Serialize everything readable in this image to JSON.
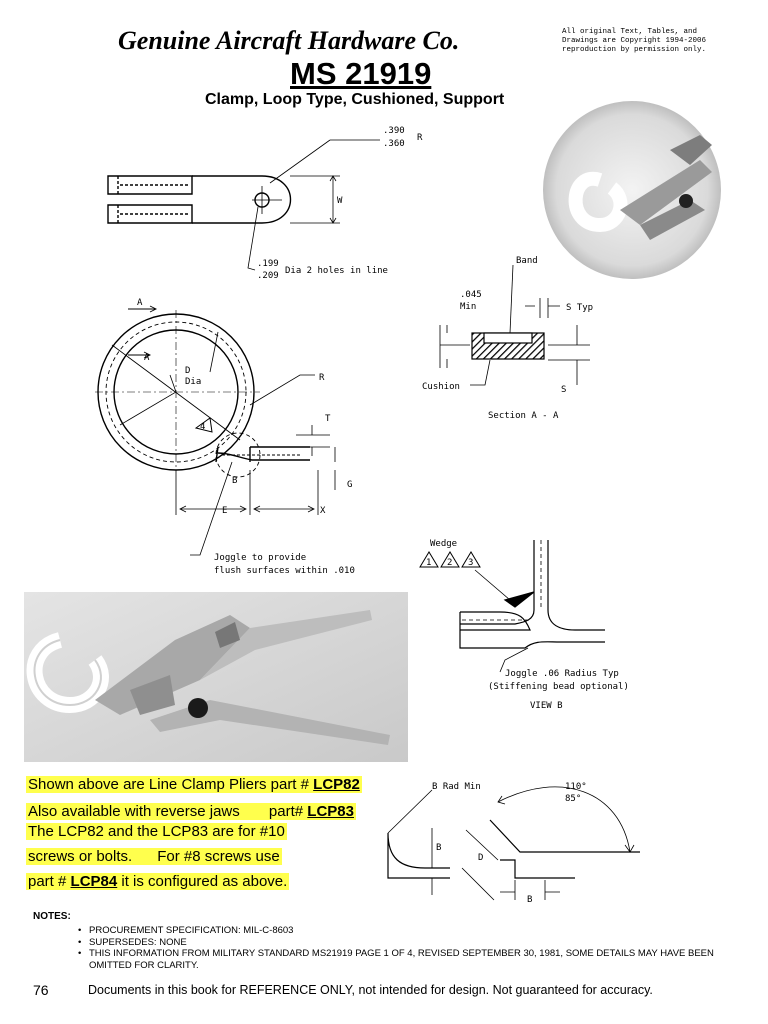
{
  "header": {
    "company": "Genuine Aircraft Hardware Co.",
    "copyright": "All original Text, Tables, and Drawings are Copyright 1994-2006 reproduction by permission only.",
    "part_number": "MS 21919",
    "subtitle": "Clamp, Loop Type, Cushioned, Support"
  },
  "drawing_labels": {
    "radius_top": ".390",
    "radius_bottom": ".360",
    "radius_suffix": "R",
    "width": "W",
    "hole_top": ".199",
    "hole_bottom": ".209",
    "hole_note": "Dia 2 holes in line",
    "section_a": "A",
    "diameter": "D",
    "diameter_note": "Dia",
    "detail_4": "4",
    "r": "R",
    "t": "T",
    "b": "B",
    "g": "G",
    "e": "E",
    "x": "X",
    "joggle_line1": "Joggle to provide",
    "joggle_line2": "flush surfaces within .010",
    "band": "Band",
    "min_top": ".045",
    "min_label": "Min",
    "s_typ": "S Typ",
    "cushion": "Cushion",
    "s": "S",
    "section_aa": "Section A - A",
    "wedge": "Wedge",
    "wedge_1": "1",
    "wedge_2": "2",
    "wedge_3": "3",
    "joggle_radius": "Joggle .06 Radius Typ",
    "stiffening": "(Stiffening bead optional)",
    "view_b": "VIEW B",
    "b_rad_min": "B Rad Min",
    "angle_top": "110°",
    "angle_bottom": "85°",
    "b_right": "B",
    "d_left": "D",
    "b_bottom": "B"
  },
  "highlight": {
    "line1_text": "Shown above are Line Clamp Pliers part # ",
    "line1_part": "LCP82",
    "line2_text": "Also available with reverse jaws       part# ",
    "line2_part": "LCP83",
    "line3_text": "The LCP82 and the LCP83 are for #10",
    "line4_text": "screws or bolts.      For #8 screws use",
    "line5_text_a": "part # ",
    "line5_part": "LCP84",
    "line5_text_b": " it is configured as above."
  },
  "notes": {
    "title": "NOTES:",
    "items": [
      "PROCUREMENT SPECIFICATION:  MIL-C-8603",
      "SUPERSEDES:  NONE",
      "THIS INFORMATION FROM MILITARY STANDARD MS21919 PAGE 1 OF 4,  REVISED SEPTEMBER 30, 1981, SOME DETAILS MAY HAVE BEEN OMITTED FOR CLARITY."
    ]
  },
  "footer": {
    "page_number": "76",
    "disclaimer": "Documents in this book for REFERENCE ONLY, not intended for design.  Not guaranteed for accuracy."
  }
}
